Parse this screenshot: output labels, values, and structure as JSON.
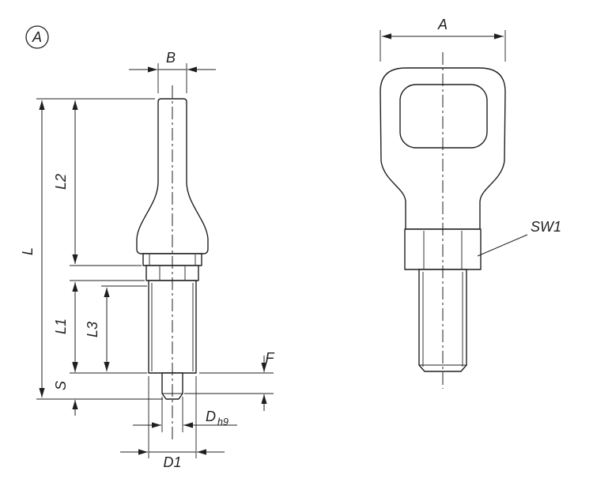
{
  "drawing": {
    "view_marker": "A",
    "labels": {
      "B": "B",
      "L": "L",
      "L2": "L2",
      "L1": "L1",
      "L3": "L3",
      "S": "S",
      "F": "F",
      "D": "D",
      "D_tolerance": "h9",
      "D1": "D1",
      "A": "A",
      "SW1": "SW1"
    },
    "colors": {
      "line": "#1f1f1f",
      "background": "#ffffff"
    }
  }
}
